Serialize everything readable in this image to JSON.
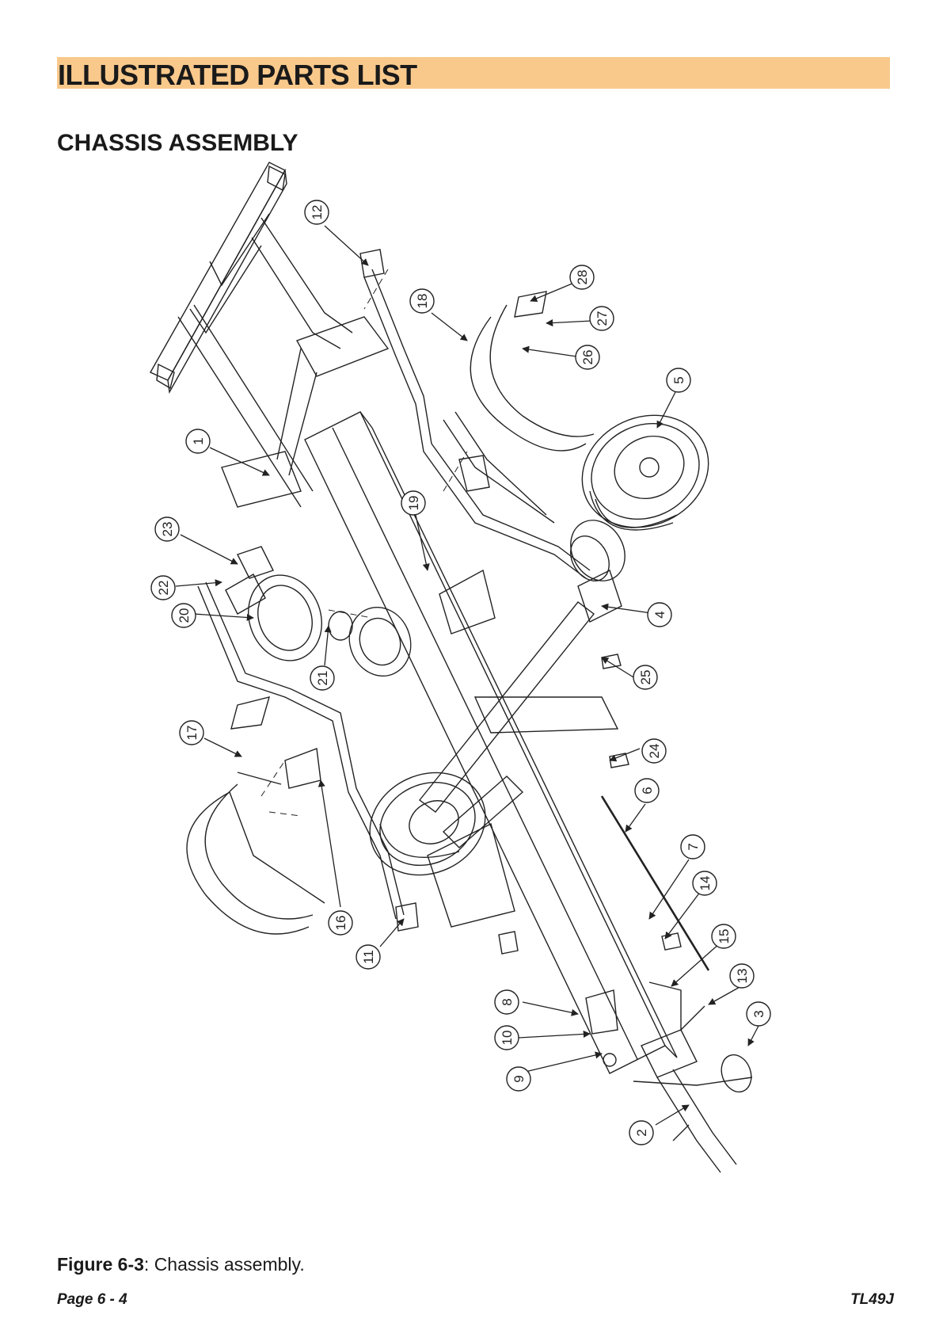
{
  "header": {
    "title": "ILLUSTRATED PARTS LIST"
  },
  "section": {
    "title": "CHASSIS ASSEMBLY"
  },
  "figure": {
    "label": "Figure 6-3",
    "caption": ": Chassis assembly.",
    "callouts": [
      {
        "id": "c1",
        "label": "1"
      },
      {
        "id": "c2",
        "label": "2"
      },
      {
        "id": "c3",
        "label": "3"
      },
      {
        "id": "c4",
        "label": "4"
      },
      {
        "id": "c5",
        "label": "5"
      },
      {
        "id": "c6",
        "label": "6"
      },
      {
        "id": "c7",
        "label": "7"
      },
      {
        "id": "c8",
        "label": "8"
      },
      {
        "id": "c9",
        "label": "9"
      },
      {
        "id": "c10",
        "label": "10"
      },
      {
        "id": "c11",
        "label": "11"
      },
      {
        "id": "c12",
        "label": "12"
      },
      {
        "id": "c13",
        "label": "13"
      },
      {
        "id": "c14",
        "label": "14"
      },
      {
        "id": "c15",
        "label": "15"
      },
      {
        "id": "c16",
        "label": "16"
      },
      {
        "id": "c17",
        "label": "17"
      },
      {
        "id": "c18",
        "label": "18"
      },
      {
        "id": "c19",
        "label": "19"
      },
      {
        "id": "c20",
        "label": "20"
      },
      {
        "id": "c21",
        "label": "21"
      },
      {
        "id": "c22",
        "label": "22"
      },
      {
        "id": "c23",
        "label": "23"
      },
      {
        "id": "c24",
        "label": "24"
      },
      {
        "id": "c25",
        "label": "25"
      },
      {
        "id": "c26",
        "label": "26"
      },
      {
        "id": "c27",
        "label": "27"
      },
      {
        "id": "c28",
        "label": "28"
      }
    ]
  },
  "footer": {
    "page": "Page 6 - 4",
    "model": "TL49J"
  },
  "colors": {
    "title_bar": "#f9c98c",
    "line": "#222222"
  }
}
